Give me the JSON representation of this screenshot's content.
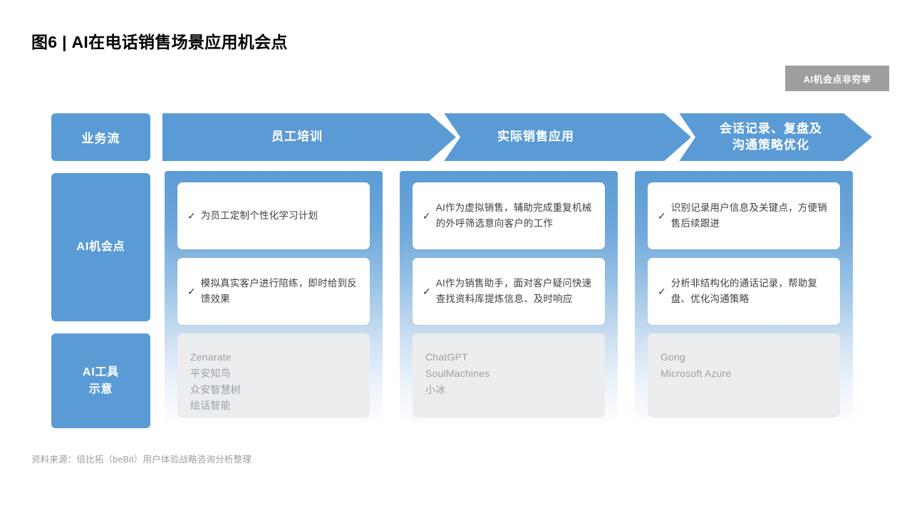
{
  "page_title": "图6 | AI在电话销售场景应用机会点",
  "note_badge": {
    "label": "AI机会点非穷举",
    "bg_color": "#9e9e9e",
    "text_color": "#ffffff"
  },
  "theme": {
    "accent_blue": "#5b9bd5",
    "card_white": "#ffffff",
    "tools_gray": "#ebedee",
    "tools_text": "#9aa2ab",
    "body_text": "#404040"
  },
  "header_row": {
    "row_label": "业务流",
    "stages": [
      {
        "title": "员工培训"
      },
      {
        "title": "实际销售应用"
      },
      {
        "title_line1": "会话记录、复盘及",
        "title_line2": "沟通策略优化"
      }
    ]
  },
  "row_labels": {
    "opportunities": "AI机会点",
    "tools_line1": "AI工具",
    "tools_line2": "示意"
  },
  "check_glyph": "✓",
  "columns": [
    {
      "opportunities": [
        "为员工定制个性化学习计划",
        "模拟真实客户进行陪练，即时给到反馈效果"
      ],
      "tools": [
        "Zenarate",
        "平安知鸟",
        "众安智慧树",
        "绘话智能"
      ]
    },
    {
      "opportunities": [
        "AI作为虚拟销售，辅助完成重复机械的外呼筛选意向客户的工作",
        "AI作为销售助手，面对客户疑问快速查找资料库提炼信息、及时响应"
      ],
      "tools": [
        "ChatGPT",
        "SoulMachines",
        "小冰"
      ]
    },
    {
      "opportunities": [
        "识别记录用户信息及关键点，方便销售后续跟进",
        "分析非结构化的通话记录，帮助复盘、优化沟通策略"
      ],
      "tools": [
        "Gong",
        "Microsoft Azure"
      ]
    }
  ],
  "source": "资料来源：倍比拓（beBit）用户体验战略咨询分析整理"
}
